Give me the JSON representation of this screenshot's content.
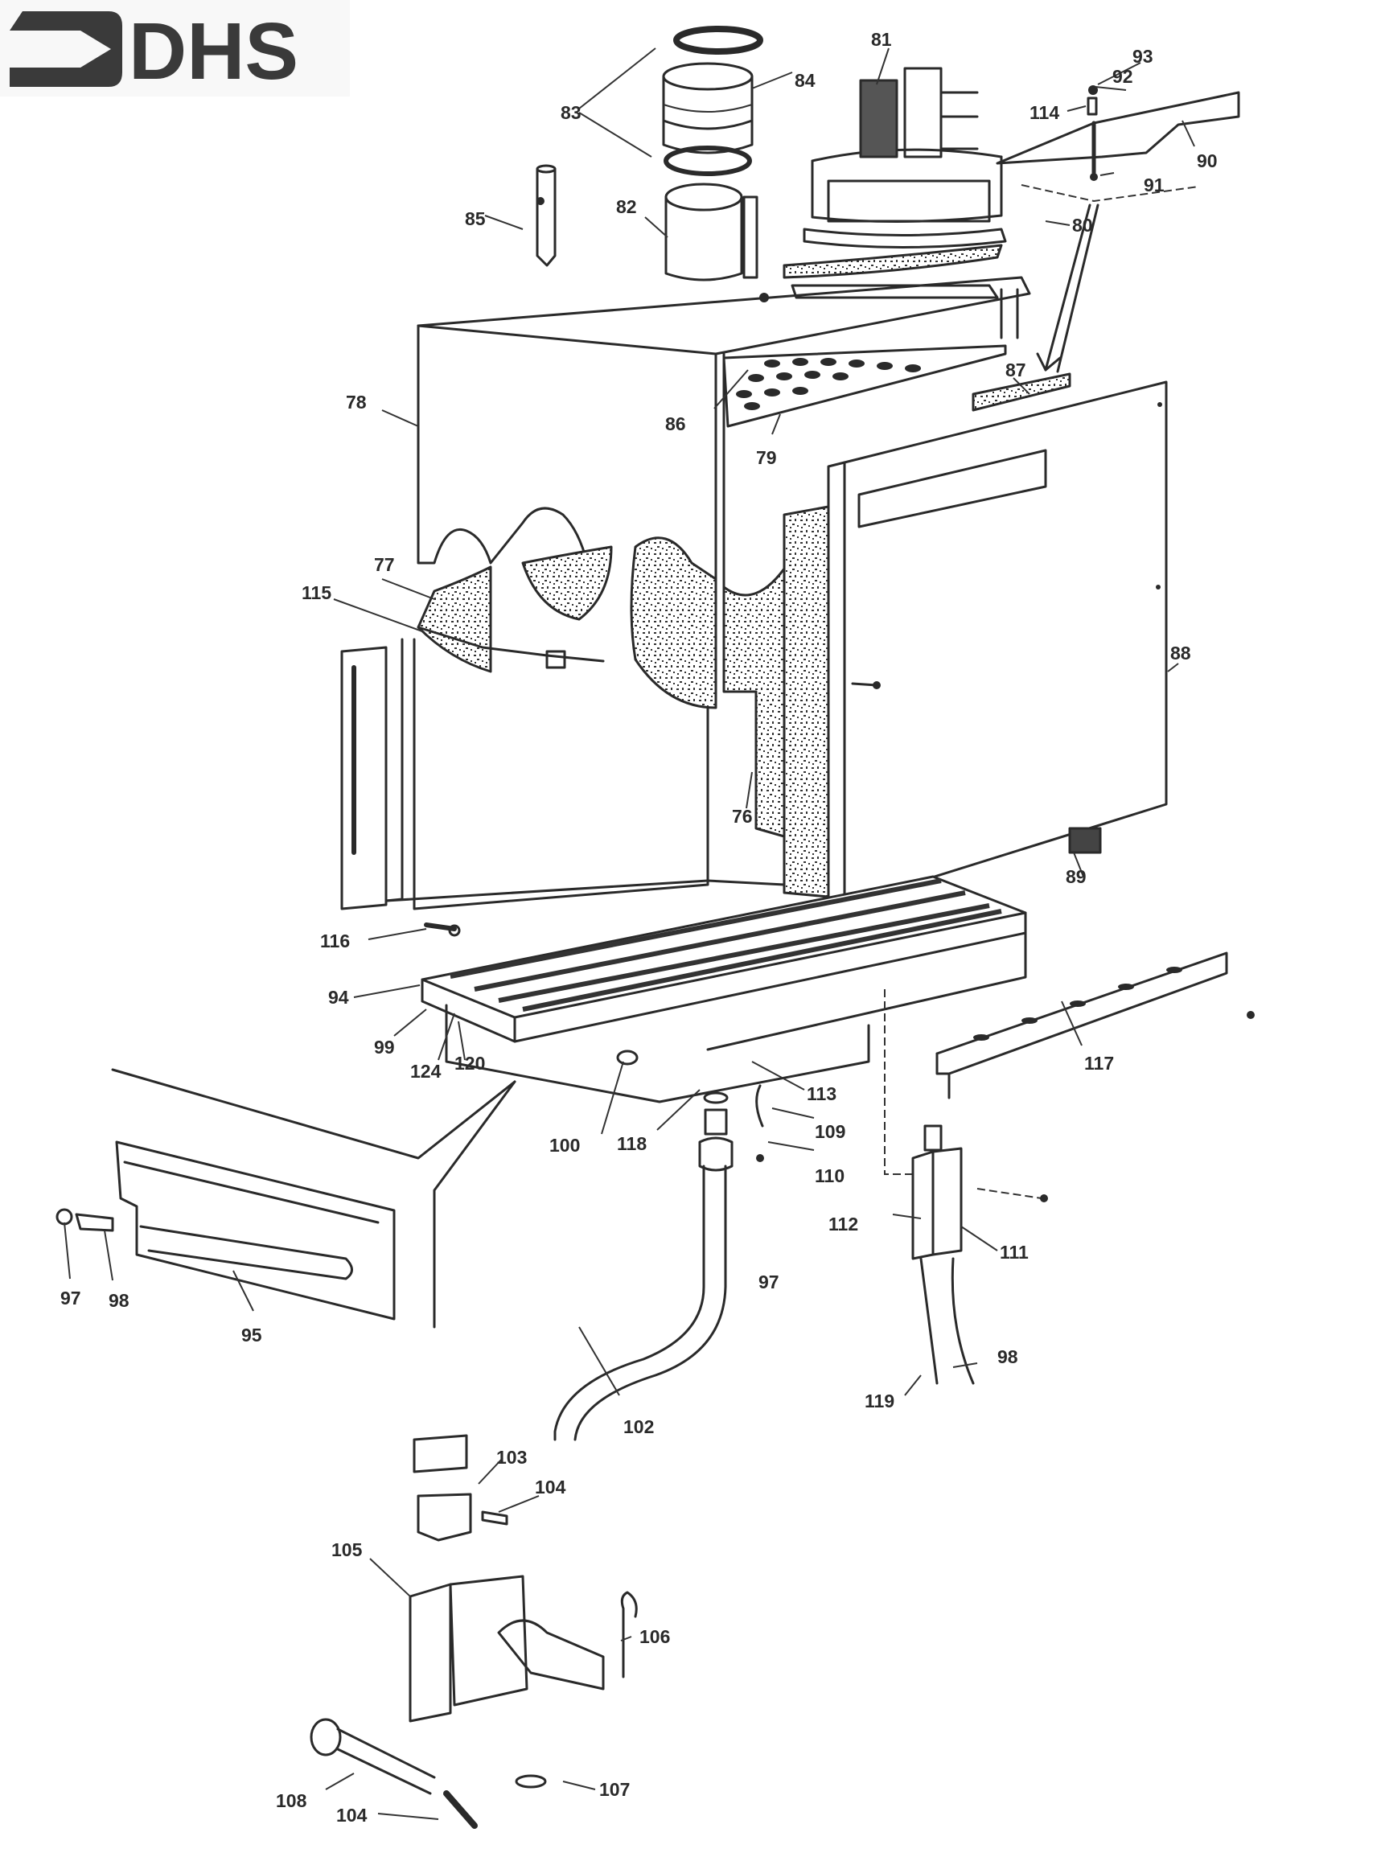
{
  "logo": {
    "text": "DHS",
    "color": "#3a3a3a"
  },
  "labels": {
    "p76": "76",
    "p77": "77",
    "p78": "78",
    "p79": "79",
    "p80": "80",
    "p81": "81",
    "p82": "82",
    "p83": "83",
    "p84": "84",
    "p85": "85",
    "p86": "86",
    "p87": "87",
    "p88": "88",
    "p89": "89",
    "p90": "90",
    "p91": "91",
    "p92": "92",
    "p93": "93",
    "p94": "94",
    "p95": "95",
    "p97a": "97",
    "p97b": "97",
    "p98a": "98",
    "p98b": "98",
    "p99": "99",
    "p100": "100",
    "p102": "102",
    "p103": "103",
    "p104a": "104",
    "p104b": "104",
    "p105": "105",
    "p106": "106",
    "p107": "107",
    "p108": "108",
    "p109": "109",
    "p110": "110",
    "p111": "111",
    "p112": "112",
    "p113": "113",
    "p114": "114",
    "p115": "115",
    "p116": "116",
    "p117": "117",
    "p118": "118",
    "p119": "119",
    "p120": "120",
    "p124": "124"
  }
}
